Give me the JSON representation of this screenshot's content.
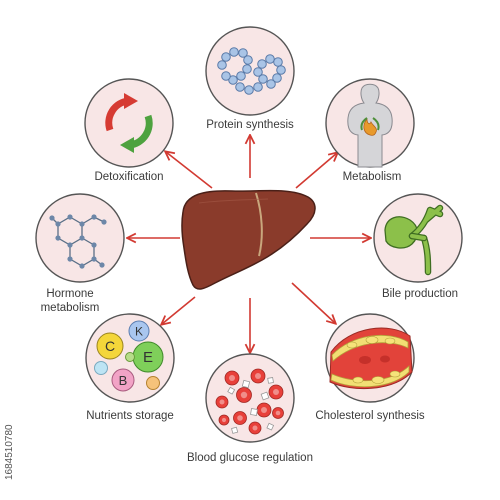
{
  "labels": {
    "protein": "Protein synthesis",
    "detox": "Detoxification",
    "metabolism": "Metabolism",
    "bile": "Bile production",
    "hormone_line1": "Hormone",
    "hormone_line2": "metabolism",
    "nutrients": "Nutrients storage",
    "cholesterol": "Cholesterol synthesis",
    "glucose": "Blood glucose regulation"
  },
  "vitamins": [
    "C",
    "K",
    "E",
    "B"
  ],
  "watermark": "1684510780",
  "icons": {
    "liver": "liver-icon",
    "protein": "amino-acid-chain-icon",
    "detox": "recycle-arrows-icon",
    "metabolism": "human-silhouette-fire-icon",
    "bile": "gallbladder-icon",
    "hormone": "molecule-hexagon-icon",
    "nutrients": "vitamin-balls-icon",
    "cholesterol": "clogged-artery-icon",
    "glucose": "blood-cells-icon"
  },
  "colors": {
    "arrow": "#d23a32",
    "circle_fill": "#f8e6e6",
    "circle_stroke": "#555555",
    "liver": "#8a3b2b"
  }
}
